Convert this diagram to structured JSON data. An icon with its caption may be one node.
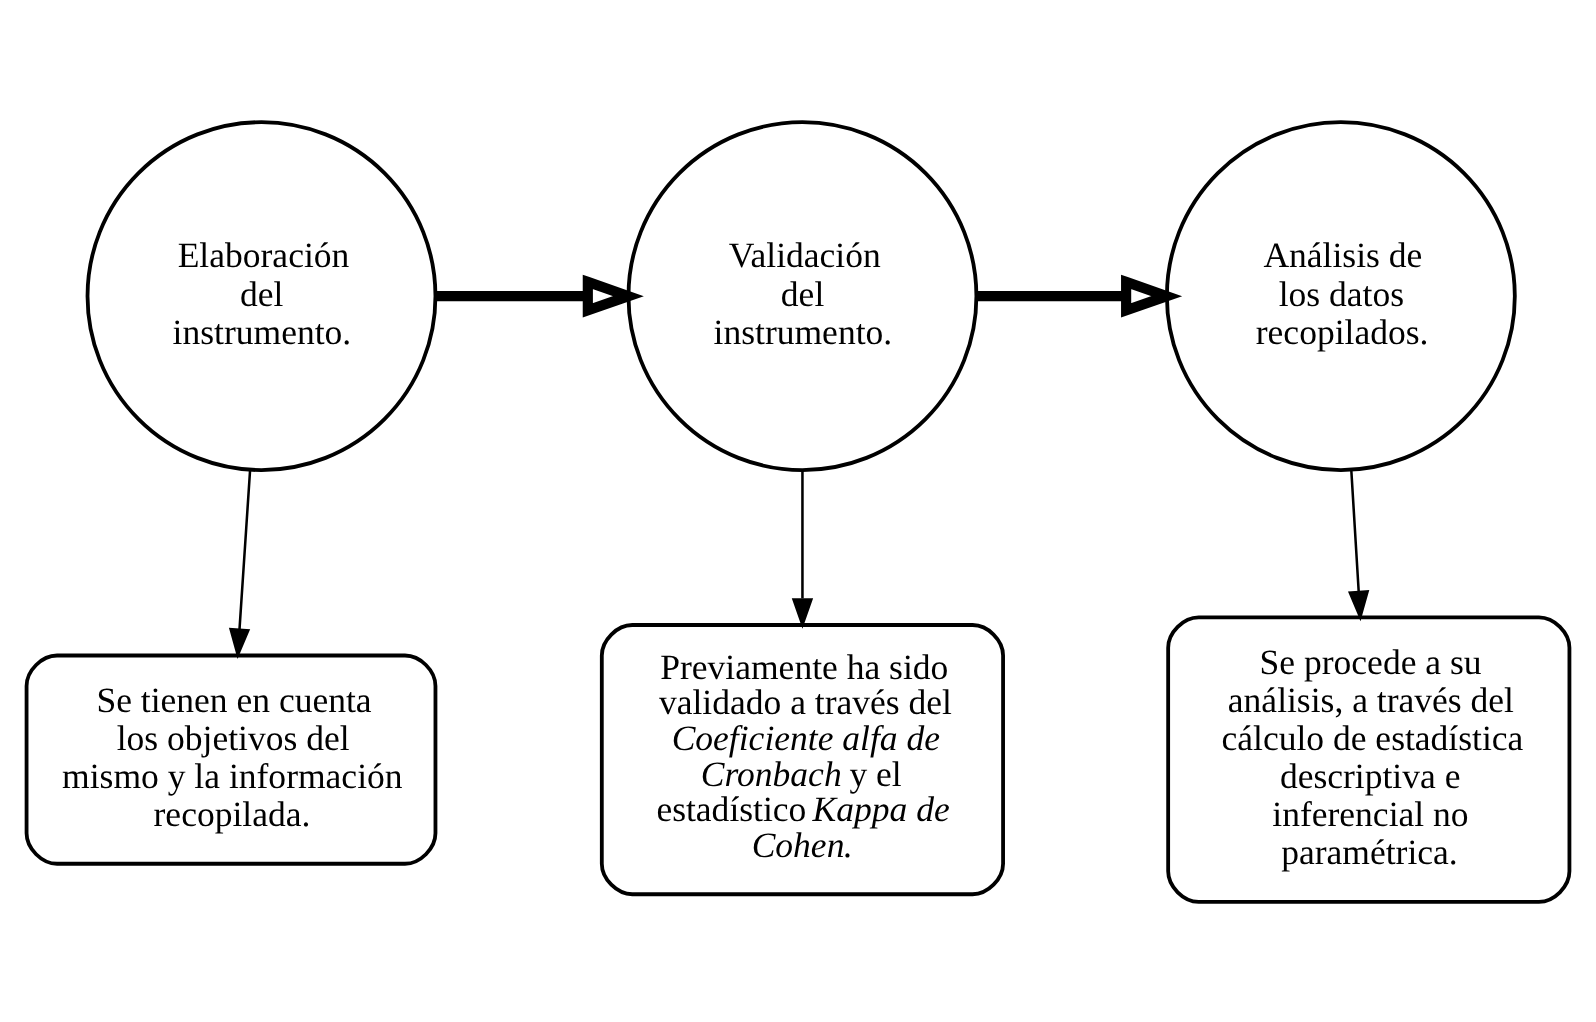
{
  "diagram": {
    "nodes": [
      {
        "text": [
          "Elaboración del instrumento."
        ]
      },
      {
        "text": [
          "Validación del instrumento."
        ]
      },
      {
        "text": [
          "Análisis de los datos recopilados."
        ]
      },
      {
        "text": [
          "Se tienen en cuenta los objetivos del mismo y la información recopilada."
        ]
      },
      {
        "text": [
          "Previamente ha sido validado a través del *Coeficiente alfa de Cronbach* y el estadístico *Kappa de Cohen*."
        ]
      },
      {
        "text": [
          "Se procede a su análisis, a través del cálculo de estadística descriptiva e inferencial no paramétrica."
        ]
      }
    ],
    "edges": [
      {
        "from": 0,
        "to": 1,
        "arrow": "to",
        "style": "thick"
      },
      {
        "from": 1,
        "to": 2,
        "arrow": "to",
        "style": "thick"
      },
      {
        "from": 0,
        "to": 3,
        "arrow": "to"
      },
      {
        "from": 1,
        "to": 4,
        "arrow": "to"
      },
      {
        "from": 2,
        "to": 5,
        "arrow": "to"
      }
    ]
  }
}
